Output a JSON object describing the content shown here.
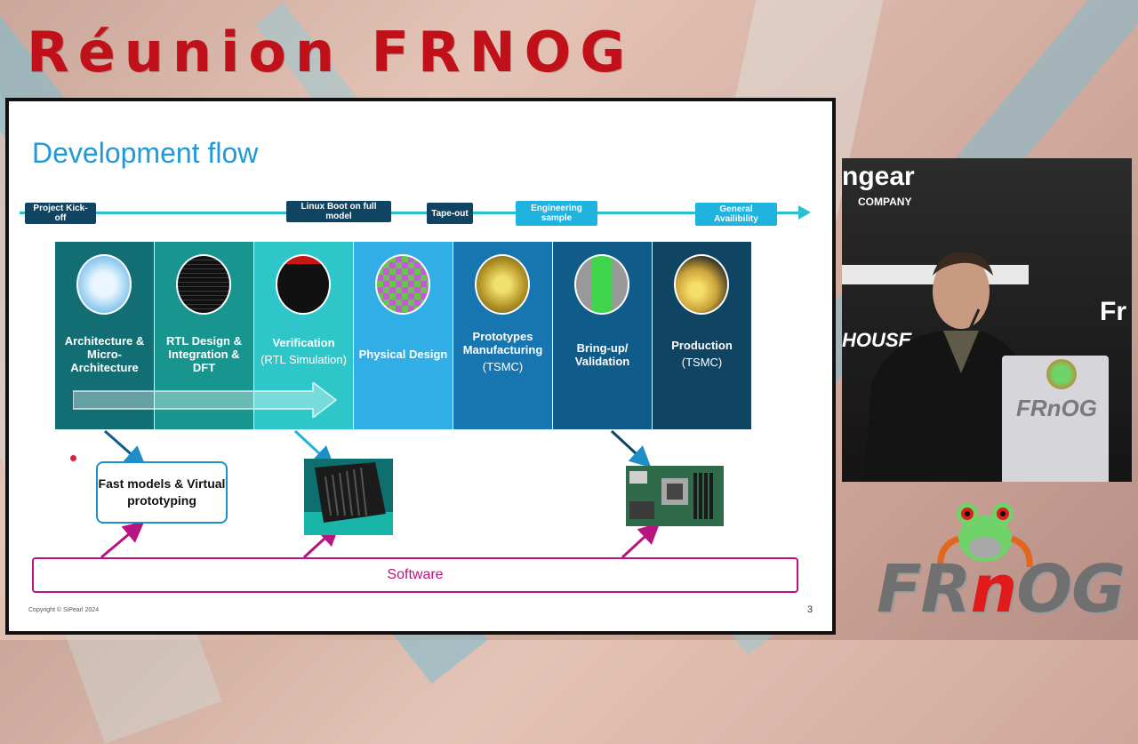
{
  "event": {
    "title": "Réunion FRNOG"
  },
  "slide": {
    "title": "Development flow",
    "milestones": [
      {
        "label": "Project Kick-off"
      },
      {
        "label": "Linux Boot on full model"
      },
      {
        "label": "Tape-out"
      },
      {
        "label": "Engineering sample"
      },
      {
        "label": "General Availibility"
      }
    ],
    "stages": [
      {
        "label": "Architecture & Micro-Architecture",
        "sub": ""
      },
      {
        "label": "RTL Design & Integration & DFT",
        "sub": ""
      },
      {
        "label": "Verification",
        "sub": "(RTL Simulation)"
      },
      {
        "label": "Physical Design",
        "sub": ""
      },
      {
        "label": "Prototypes Manufacturing",
        "sub": "(TSMC)"
      },
      {
        "label": "Bring-up/ Validation",
        "sub": ""
      },
      {
        "label": "Production",
        "sub": "(TSMC)"
      }
    ],
    "fast_models": "Fast models & Virtual prototyping",
    "software": "Software",
    "copyright": "Copyright © SiPearl 2024",
    "page_number": "3",
    "colors": {
      "title": "#1f9ad6",
      "timeline": "#29bfd0",
      "software": "#b8137e",
      "stage_colors": [
        "#136e73",
        "#17958e",
        "#2ec6c8",
        "#32aee7",
        "#1776b0",
        "#0f5b8a",
        "#0f4462"
      ]
    }
  },
  "speaker_video": {
    "backdrop_texts": [
      "ngear",
      "COMPANY",
      "HOUSE",
      "Fr"
    ],
    "podium_logo": "FRnOG"
  },
  "corner_logo": {
    "text_prefix": "FR",
    "text_n": "n",
    "text_suffix": "OG"
  }
}
